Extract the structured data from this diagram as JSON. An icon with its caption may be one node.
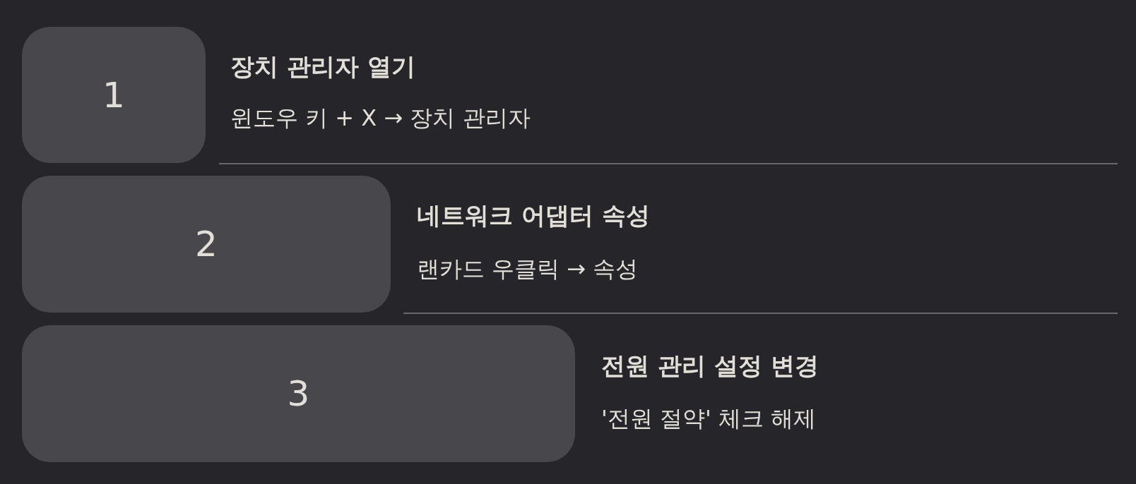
{
  "diagram": {
    "nodes": [
      {
        "text": [
          "1"
        ],
        "beside": [
          "장치 관리자 열기",
          "윈도우 키 + X → 장치 관리자"
        ]
      },
      {
        "text": [
          "2"
        ],
        "beside": [
          "네트워크 어댑터 속성",
          "랜카드 우클릭 → 속성"
        ]
      },
      {
        "text": [
          "3"
        ],
        "beside": [
          "전원 관리 설정 변경",
          "'전원 절약' 체크 해제"
        ]
      }
    ],
    "edges": []
  }
}
